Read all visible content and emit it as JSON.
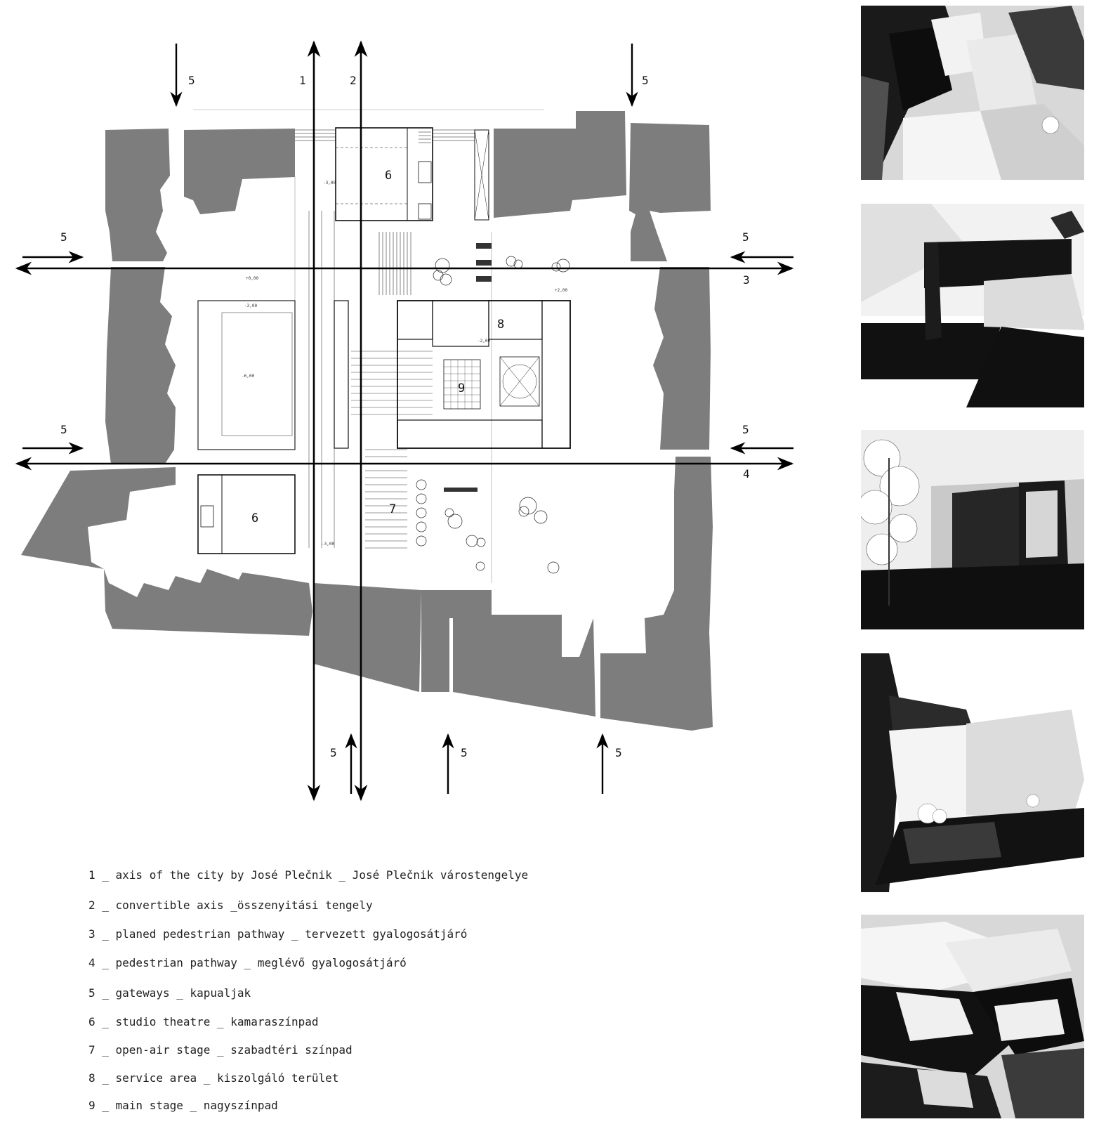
{
  "plan": {
    "axis_labels": {
      "axis1": "1",
      "axis2": "2",
      "axis3": "3",
      "axis4": "4",
      "gateway": "5"
    },
    "rooms": {
      "studio_theatre_top": "6",
      "studio_theatre_bottom": "6",
      "open_air_stage": "7",
      "service_area": "8",
      "main_stage": "9"
    },
    "levels": [
      "-3,00",
      "+0,00",
      "-3,00",
      "-2,00",
      "+2,00",
      "-6,00",
      "-3,00"
    ]
  },
  "legend": [
    "1 _ axis of the city by José Plečnik _ José Plečnik várostengelye",
    "2 _ convertible axis _összenyitási tengely",
    "3 _ planed pedestrian pathway _ tervezett gyalogosátjáró",
    "4 _ pedestrian pathway _ meglévő gyalogosátjáró",
    "5 _ gateways _ kapualjak",
    "6 _ studio theatre _ kamaraszínpad",
    "7 _ open-air stage _ szabadtéri színpad",
    "8 _ service area _ kiszolgáló terület",
    "9 _ main stage _ nagyszínpad"
  ],
  "renders": [
    {
      "name": "aerial view of courtyard from north-west"
    },
    {
      "name": "courtyard perspective with dark frame"
    },
    {
      "name": "courtyard perspective with tree and glazed facade"
    },
    {
      "name": "courtyard perspective through dark frame"
    },
    {
      "name": "aerial view of courtyard from south"
    }
  ]
}
